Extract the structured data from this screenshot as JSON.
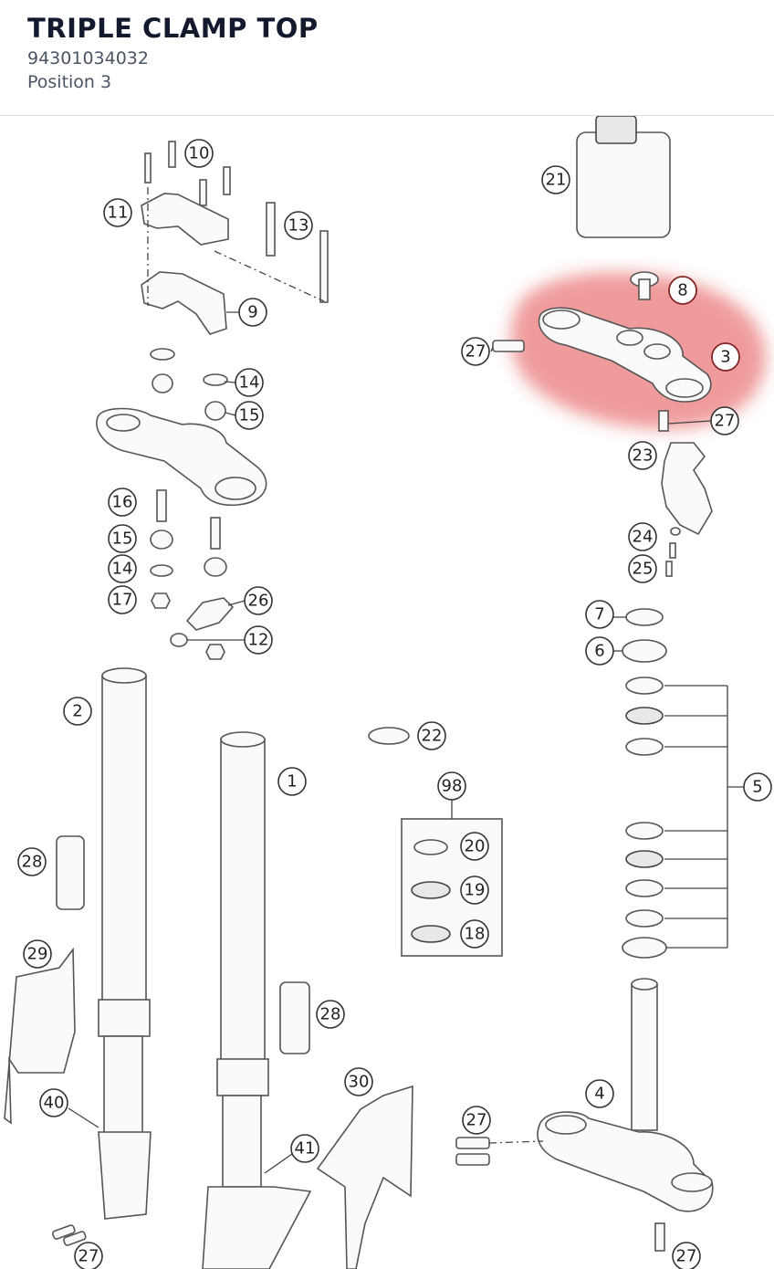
{
  "header": {
    "title": "TRIPLE CLAMP TOP",
    "part_number": "94301034032",
    "position": "Position 3"
  },
  "highlight": {
    "callout": "3",
    "color": "#e23a3a"
  },
  "callouts": [
    {
      "id": "c10",
      "label": "10"
    },
    {
      "id": "c11",
      "label": "11"
    },
    {
      "id": "c13",
      "label": "13"
    },
    {
      "id": "c9",
      "label": "9"
    },
    {
      "id": "c14a",
      "label": "14"
    },
    {
      "id": "c15a",
      "label": "15"
    },
    {
      "id": "c16",
      "label": "16"
    },
    {
      "id": "c15b",
      "label": "15"
    },
    {
      "id": "c14b",
      "label": "14"
    },
    {
      "id": "c17",
      "label": "17"
    },
    {
      "id": "c26",
      "label": "26"
    },
    {
      "id": "c12",
      "label": "12"
    },
    {
      "id": "c21",
      "label": "21"
    },
    {
      "id": "c8",
      "label": "8"
    },
    {
      "id": "c27a",
      "label": "27"
    },
    {
      "id": "c3",
      "label": "3"
    },
    {
      "id": "c27b",
      "label": "27"
    },
    {
      "id": "c23",
      "label": "23"
    },
    {
      "id": "c24",
      "label": "24"
    },
    {
      "id": "c25",
      "label": "25"
    },
    {
      "id": "c7",
      "label": "7"
    },
    {
      "id": "c6",
      "label": "6"
    },
    {
      "id": "c5",
      "label": "5"
    },
    {
      "id": "c2",
      "label": "2"
    },
    {
      "id": "c1",
      "label": "1"
    },
    {
      "id": "c22",
      "label": "22"
    },
    {
      "id": "c98",
      "label": "98"
    },
    {
      "id": "c20",
      "label": "20"
    },
    {
      "id": "c19",
      "label": "19"
    },
    {
      "id": "c18",
      "label": "18"
    },
    {
      "id": "c28a",
      "label": "28"
    },
    {
      "id": "c29",
      "label": "29"
    },
    {
      "id": "c28b",
      "label": "28"
    },
    {
      "id": "c40",
      "label": "40"
    },
    {
      "id": "c30",
      "label": "30"
    },
    {
      "id": "c4",
      "label": "4"
    },
    {
      "id": "c27c",
      "label": "27"
    },
    {
      "id": "c41",
      "label": "41"
    },
    {
      "id": "c27d",
      "label": "27"
    },
    {
      "id": "c27e",
      "label": "27"
    }
  ]
}
